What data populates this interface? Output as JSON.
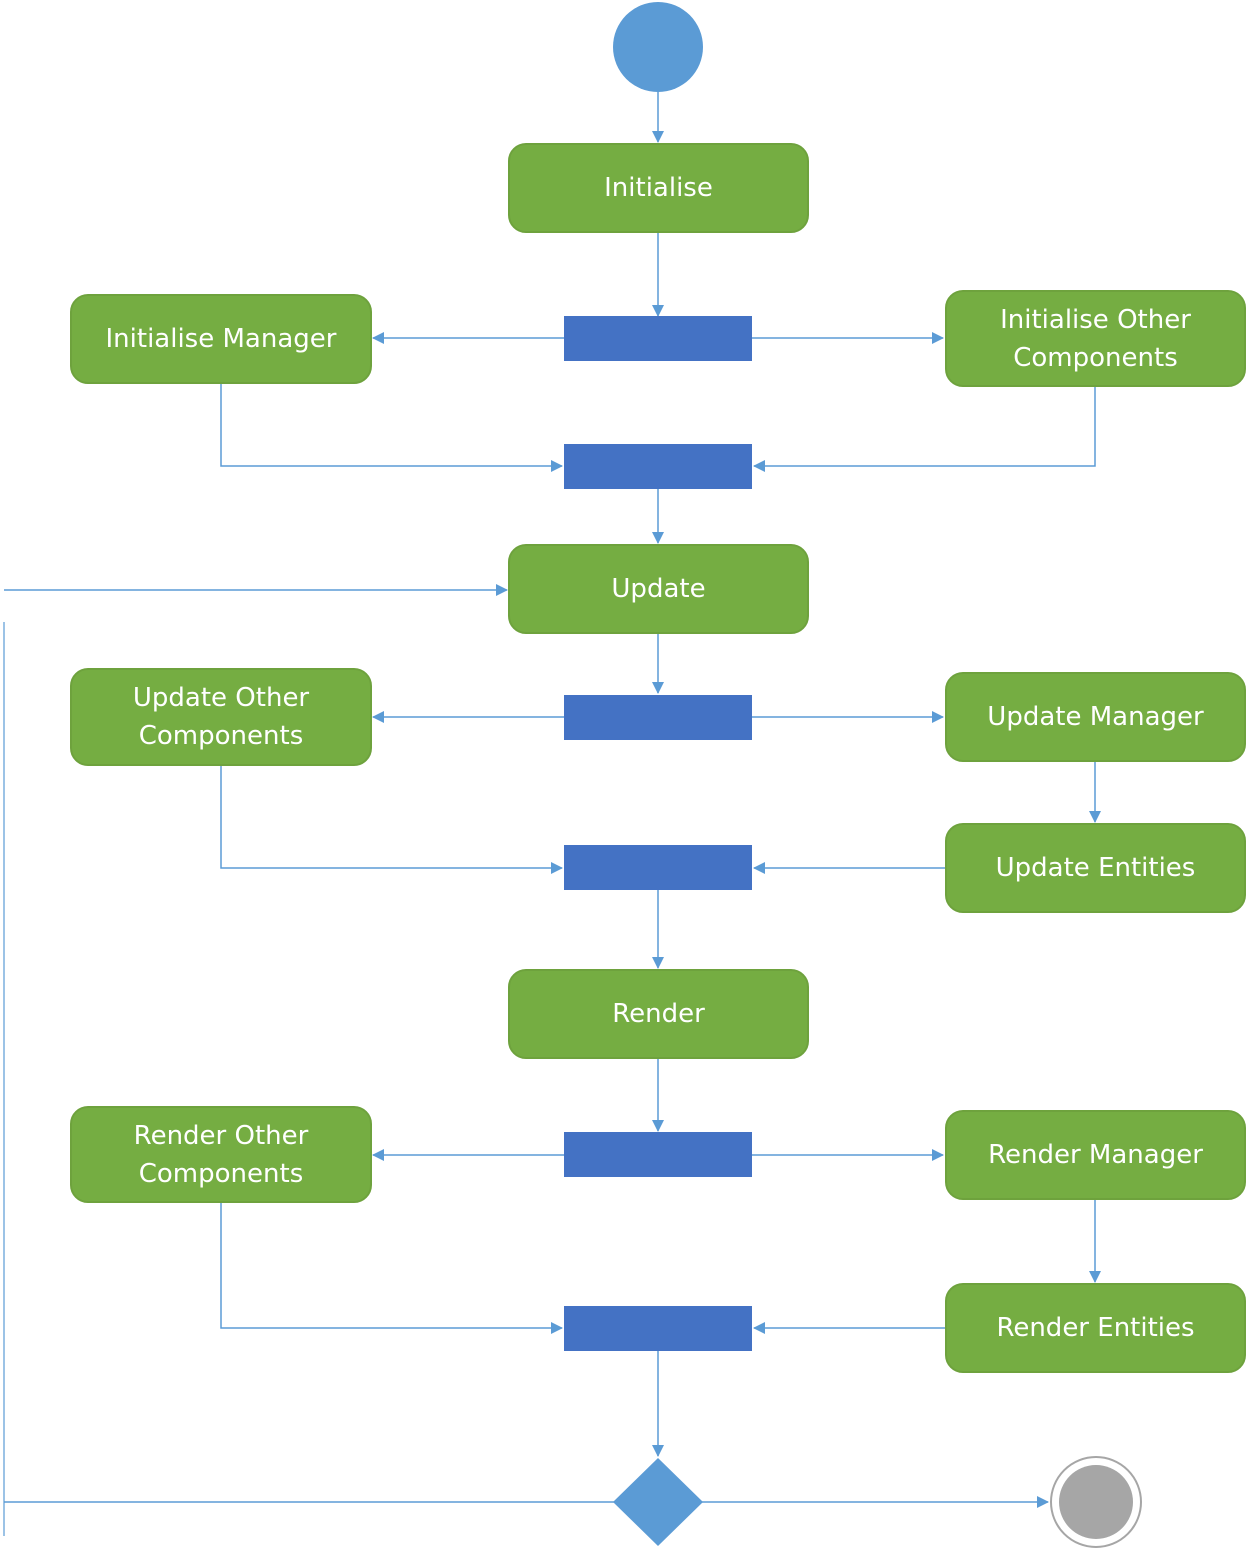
{
  "diagram": {
    "actions": {
      "initialise": "Initialise",
      "initialise_manager": "Initialise Manager",
      "initialise_other": "Initialise Other\nComponents",
      "update": "Update",
      "update_other": "Update Other\nComponents",
      "update_manager": "Update Manager",
      "update_entities": "Update Entities",
      "render": "Render",
      "render_other": "Render Other\nComponents",
      "render_manager": "Render Manager",
      "render_entities": "Render Entities"
    }
  },
  "colors": {
    "action_fill": "#75ad42",
    "bar_fill": "#4472c4",
    "start_node": "#5b9bd5",
    "decision": "#5b9bd5",
    "connector": "#5b9bd5",
    "end_node": "#a6a6a6"
  }
}
